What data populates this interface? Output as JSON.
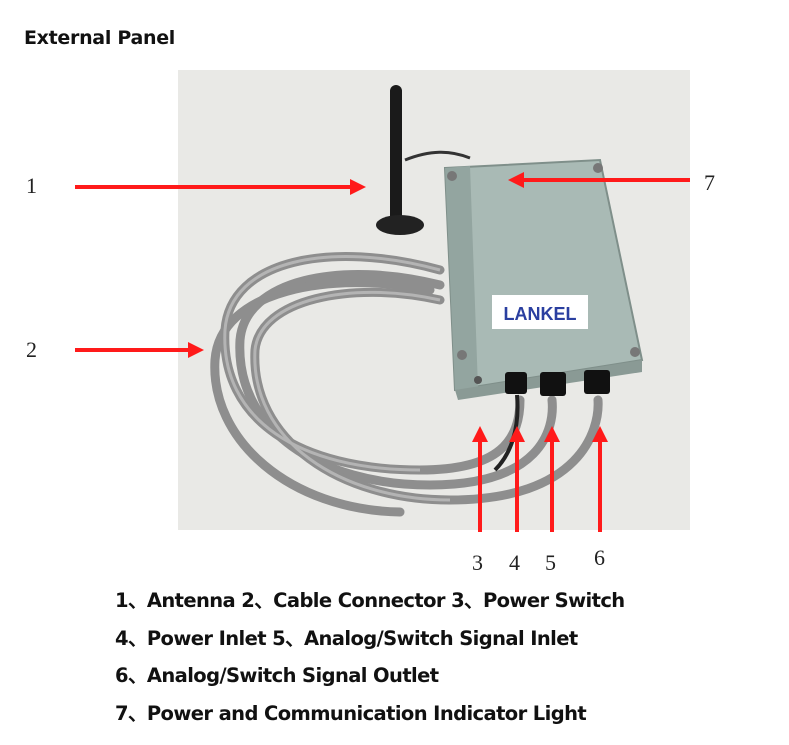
{
  "title": "External Panel",
  "photo": {
    "brand_logo": "LANKEL",
    "callouts": [
      "1",
      "2",
      "3",
      "4",
      "5",
      "6",
      "7"
    ],
    "arrow_color": "#ff1a1a",
    "enclosure_color": "#a9bab5"
  },
  "legend": [
    "1、Antenna 2、Cable Connector 3、Power Switch",
    "4、Power Inlet 5、Analog/Switch Signal Inlet",
    "6、Analog/Switch Signal Outlet",
    "7、Power and Communication Indicator Light"
  ]
}
